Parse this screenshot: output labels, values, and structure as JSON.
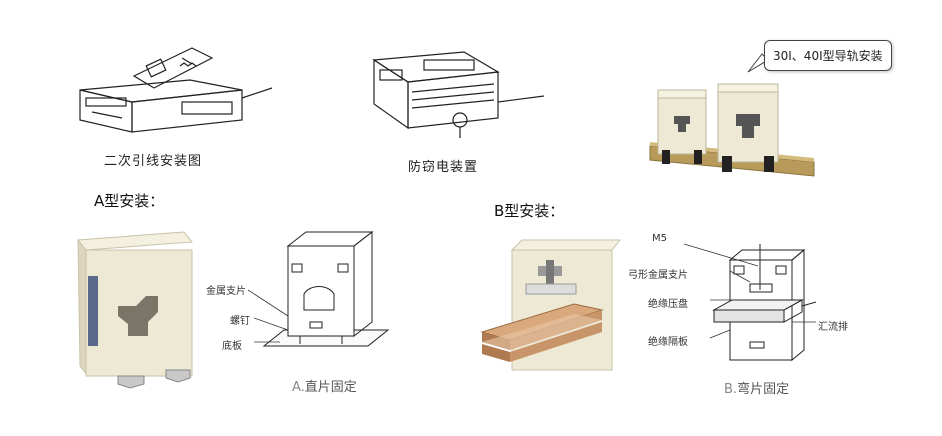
{
  "top": {
    "secondary_wiring_caption": "二次引线安装图",
    "anti_theft_caption": "防窃电装置",
    "rail_bubble": "30I、40I型导轨安装"
  },
  "type_a": {
    "heading": "A型安装：",
    "labels": {
      "metal_bracket": "金属支片",
      "screw": "螺钉",
      "base_plate": "底板"
    },
    "caption_letter": "A.",
    "caption_text": "直片固定"
  },
  "type_b": {
    "heading": "B型安装：",
    "labels": {
      "m5": "M5",
      "bow_bracket": "弓形金属支片",
      "insulating_pressure_plate": "绝缘压盘",
      "insulating_spacer": "绝缘隔板",
      "busbar": "汇流排"
    },
    "caption_letter": "B.",
    "caption_text": "弯片固定"
  },
  "colors": {
    "device_body": "#eee9d4",
    "copper": "#c8956a",
    "rail": "#b89b5a",
    "line": "#222222"
  }
}
